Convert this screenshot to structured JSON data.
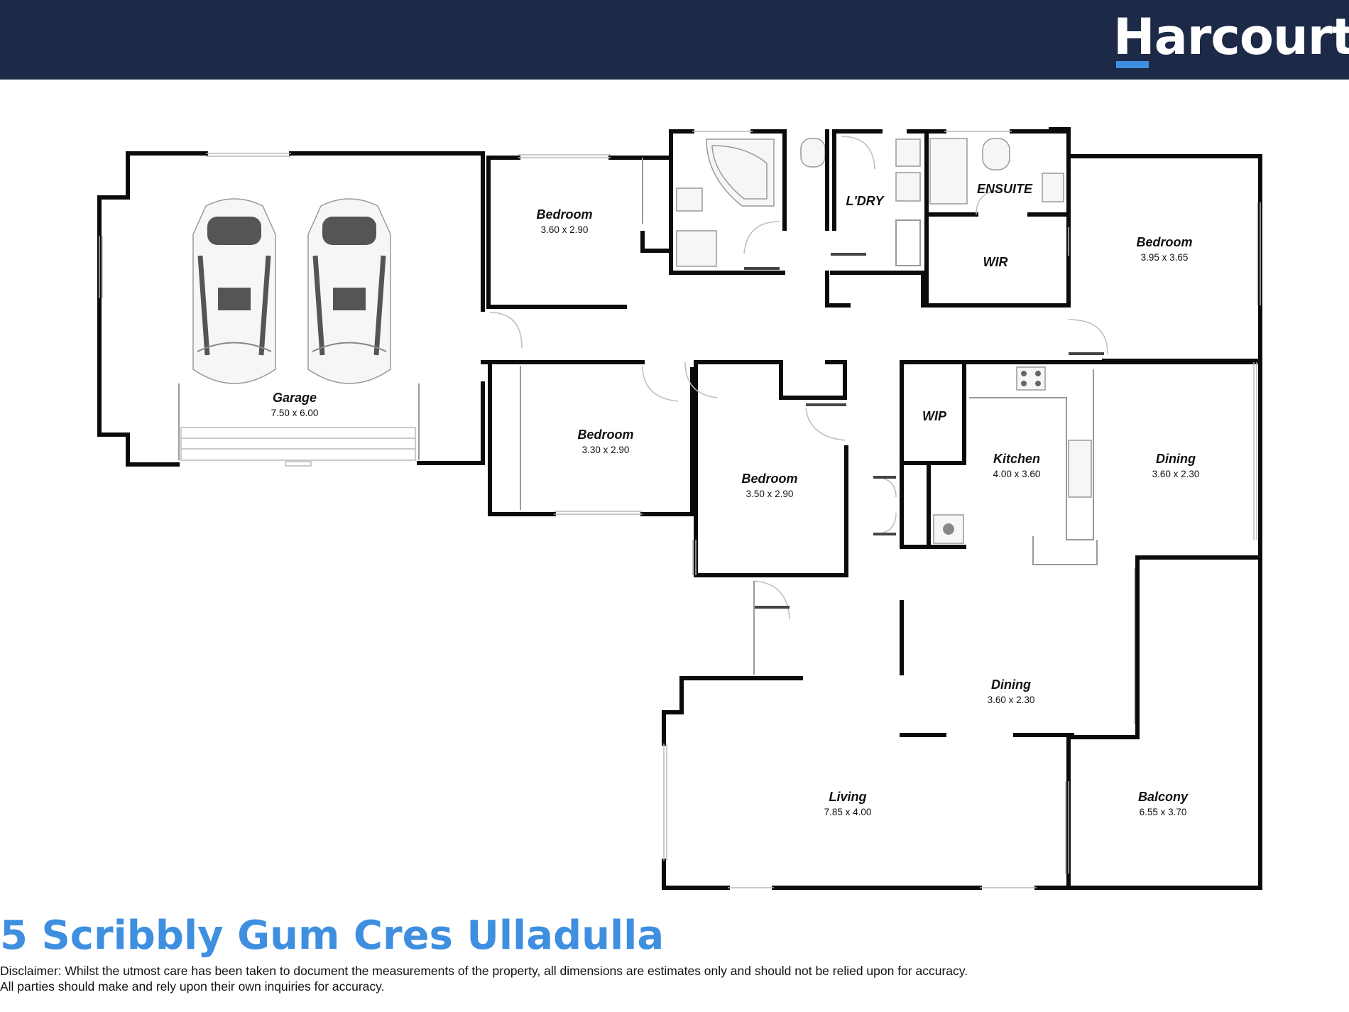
{
  "header": {
    "brand": "Harcourts",
    "background_color": "#1c2a48",
    "accent_color": "#3f8fe0"
  },
  "rooms": [
    {
      "id": "garage",
      "name": "Garage",
      "dims": "7.50 x 6.00"
    },
    {
      "id": "bedroom-1",
      "name": "Bedroom",
      "dims": "3.60 x 2.90"
    },
    {
      "id": "bedroom-2",
      "name": "Bedroom",
      "dims": "3.30 x 2.90"
    },
    {
      "id": "bedroom-3",
      "name": "Bedroom",
      "dims": "3.50 x 2.90"
    },
    {
      "id": "laundry",
      "name": "L'DRY",
      "dims": ""
    },
    {
      "id": "ensuite",
      "name": "ENSUITE",
      "dims": ""
    },
    {
      "id": "wir",
      "name": "WIR",
      "dims": ""
    },
    {
      "id": "master-bedroom",
      "name": "Bedroom",
      "dims": "3.95 x 3.65"
    },
    {
      "id": "wip",
      "name": "WIP",
      "dims": ""
    },
    {
      "id": "kitchen",
      "name": "Kitchen",
      "dims": "4.00 x 3.60"
    },
    {
      "id": "dining-1",
      "name": "Dining",
      "dims": "3.60 x 2.30"
    },
    {
      "id": "dining-2",
      "name": "Dining",
      "dims": "3.60 x 2.30"
    },
    {
      "id": "living",
      "name": "Living",
      "dims": "7.85 x 4.00"
    },
    {
      "id": "balcony",
      "name": "Balcony",
      "dims": "6.55 x 3.70"
    }
  ],
  "footer": {
    "address": "5 Scribbly Gum Cres Ulladulla",
    "disclaimer_line1": "Disclaimer: Whilst the utmost care has been taken to document the measurements of the property, all dimensions are estimates only and should not be relied upon for accuracy.",
    "disclaimer_line2": "All parties should make and rely upon their own inquiries for accuracy."
  }
}
